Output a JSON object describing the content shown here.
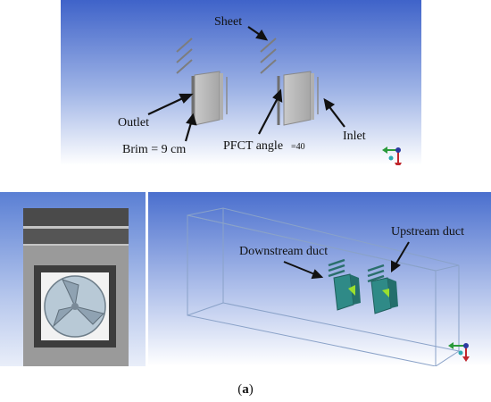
{
  "top_panel": {
    "labels": {
      "sheet": "Sheet",
      "outlet": "Outlet",
      "brim": "Brim = 9 cm",
      "pfct": "PFCT  angle",
      "pfct_value": "=40",
      "inlet": "Inlet"
    }
  },
  "bottom_right_panel": {
    "labels": {
      "downstream": "Downstream duct",
      "upstream": "Upstream duct"
    }
  },
  "caption": {
    "open": "(",
    "letter": "a",
    "close": ")"
  },
  "colors": {
    "sky_top": "#3f63c9",
    "sky_bottom": "#ffffff",
    "duct_teal": "#2f8a87",
    "sheet_gray": "#8c8c8c"
  }
}
